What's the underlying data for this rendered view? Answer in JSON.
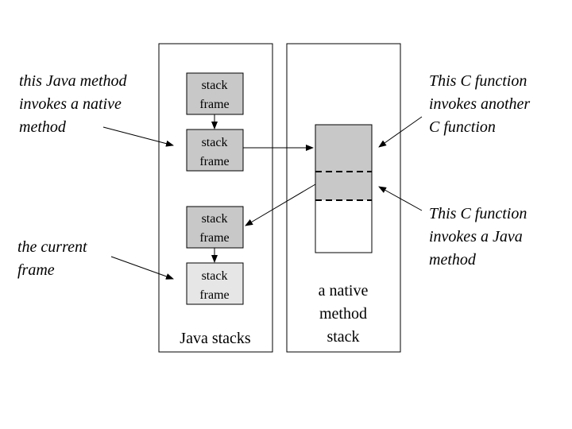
{
  "colors": {
    "frame_fill": "#c8c8c8",
    "current_frame_fill": "#e6e6e6",
    "native_block_fill": "#c8c8c8",
    "line": "#000000",
    "background": "#ffffff"
  },
  "java_stacks": {
    "label": "Java stacks",
    "frames": [
      {
        "line1": "stack",
        "line2": "frame"
      },
      {
        "line1": "stack",
        "line2": "frame"
      },
      {
        "line1": "stack",
        "line2": "frame"
      },
      {
        "line1": "stack",
        "line2": "frame"
      }
    ]
  },
  "native_stack": {
    "label_line1": "a native",
    "label_line2": "method",
    "label_line3": "stack"
  },
  "annotations": {
    "java_invokes_native": "this Java method\ninvokes a native\nmethod",
    "current_frame": "the current\nframe",
    "c_invokes_c": "This C function\ninvokes another\nC function",
    "c_invokes_java": "This C function\ninvokes a Java\nmethod"
  }
}
